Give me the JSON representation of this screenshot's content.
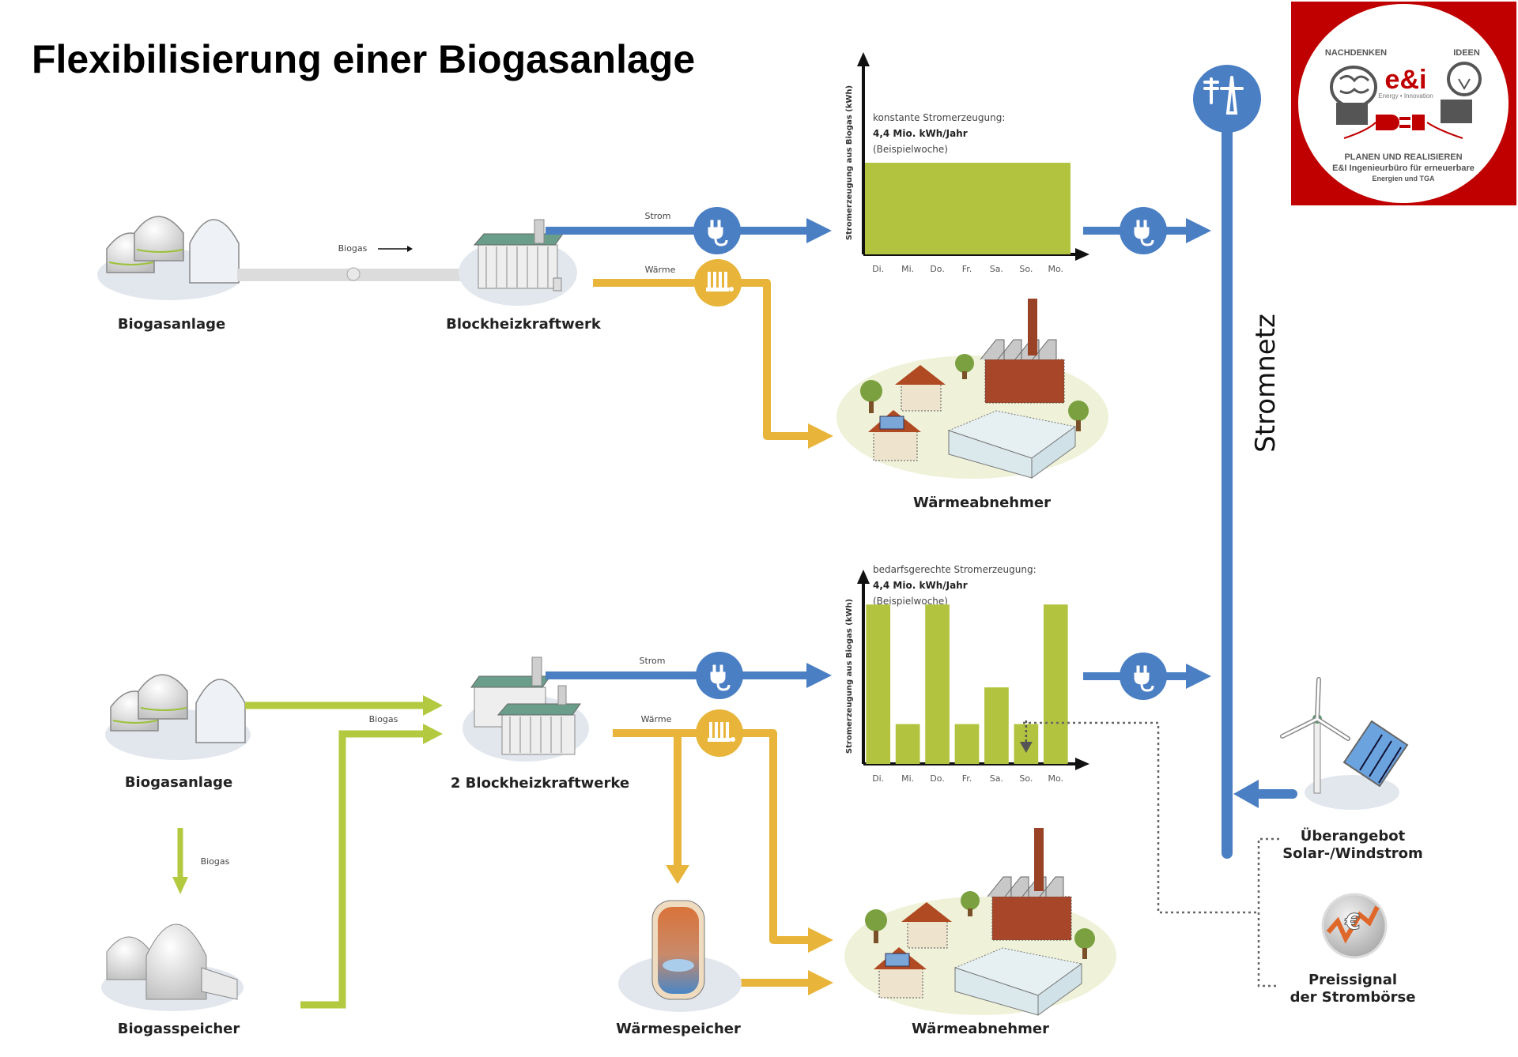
{
  "title": "Flexibilisierung einer Biogasanlage",
  "colors": {
    "strom": "#4a7fc4",
    "waerme": "#e8b53a",
    "biogas": "#b3c93f",
    "bar": "#b2c43f",
    "logo_red": "#c00000"
  },
  "logo": {
    "top_left": "NACHDENKEN",
    "top_right": "IDEEN",
    "brand": "e&i",
    "brand_sub": "Energy • Innovation",
    "line1": "PLANEN UND REALISIEREN",
    "line2": "E&I Ingenieurbüro für erneuerbare",
    "line3": "Energien und TGA"
  },
  "grid": {
    "label": "Stromnetz",
    "icon": "power-pylon-icon"
  },
  "top_scenario": {
    "source_label": "Biogasanlage",
    "pipe_label": "Biogas",
    "chp_label": "Blockheizkraftwerk",
    "strom_label": "Strom",
    "waerme_label": "Wärme",
    "consumer_label": "Wärmeabnehmer"
  },
  "bottom_scenario": {
    "source_label": "Biogasanlage",
    "pipe_label": "Biogas",
    "storage_pipe_label": "Biogas",
    "storage_label": "Biogasspeicher",
    "chp_label": "2 Blockheizkraftwerke",
    "strom_label": "Strom",
    "waerme_label": "Wärme",
    "heat_storage_label": "Wärmespeicher",
    "consumer_label": "Wärmeabnehmer",
    "oversupply_label_1": "Überangebot",
    "oversupply_label_2": "Solar-/Windstrom",
    "price_label_1": "Preissignal",
    "price_label_2": "der Strombörse"
  },
  "chart_data": [
    {
      "type": "bar",
      "title": "konstante Stromerzeugung:",
      "subtitle": "4,4 Mio. kWh/Jahr",
      "note": "(Beispielwoche)",
      "xlabel": "",
      "ylabel": "Stromerzeugung aus Biogas (kWh)",
      "categories": [
        "Di.",
        "Mi.",
        "Do.",
        "Fr.",
        "Sa.",
        "So.",
        "Mo."
      ],
      "values": [
        50,
        50,
        50,
        50,
        50,
        50,
        50
      ],
      "ylim": [
        0,
        100
      ],
      "grid": false,
      "continuous_block": true
    },
    {
      "type": "bar",
      "title": "bedarfsgerechte Stromerzeugung:",
      "subtitle": "4,4 Mio. kWh/Jahr",
      "note": "(Beispielwoche)",
      "xlabel": "",
      "ylabel": "Stromerzeugung aus Biogas (kWh)",
      "categories": [
        "Di.",
        "Mi.",
        "Do.",
        "Fr.",
        "Sa.",
        "So.",
        "Mo."
      ],
      "values": [
        100,
        25,
        100,
        25,
        48,
        25,
        100
      ],
      "ylim": [
        0,
        110
      ],
      "grid": false,
      "annotation": "down-arrow on So."
    }
  ]
}
